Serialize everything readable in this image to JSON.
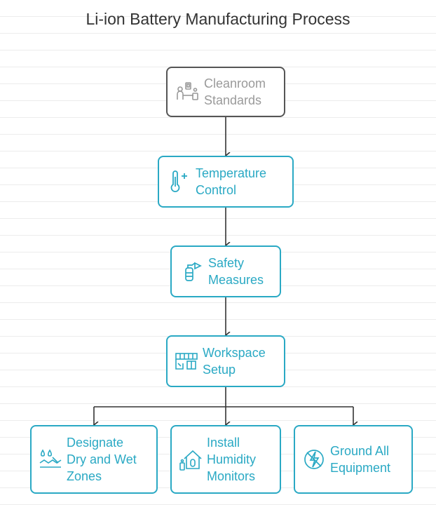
{
  "title": "Li-ion Battery Manufacturing Process",
  "colors": {
    "accent": "#2aa9c4",
    "gray_border": "#555555",
    "gray_text": "#9a9a9a",
    "connector": "#333333"
  },
  "nodes": {
    "cleanroom": {
      "line1": "Cleanroom",
      "line2": "Standards",
      "icon": "people-equipment-icon"
    },
    "temperature": {
      "line1": "Temperature",
      "line2": "Control",
      "icon": "thermometer-icon"
    },
    "safety": {
      "line1": "Safety",
      "line2": "Measures",
      "icon": "fire-extinguisher-icon"
    },
    "workspace": {
      "line1": "Workspace",
      "line2": "Setup",
      "icon": "floor-plan-icon"
    },
    "dry_wet": {
      "line1": "Designate",
      "line2": "Dry and Wet",
      "line3": "Zones",
      "icon": "water-drops-icon"
    },
    "humidity": {
      "line1": "Install",
      "line2": "Humidity",
      "line3": "Monitors",
      "icon": "house-humidity-icon"
    },
    "ground": {
      "line1": "Ground All",
      "line2": "Equipment",
      "icon": "lightning-ground-icon"
    }
  }
}
